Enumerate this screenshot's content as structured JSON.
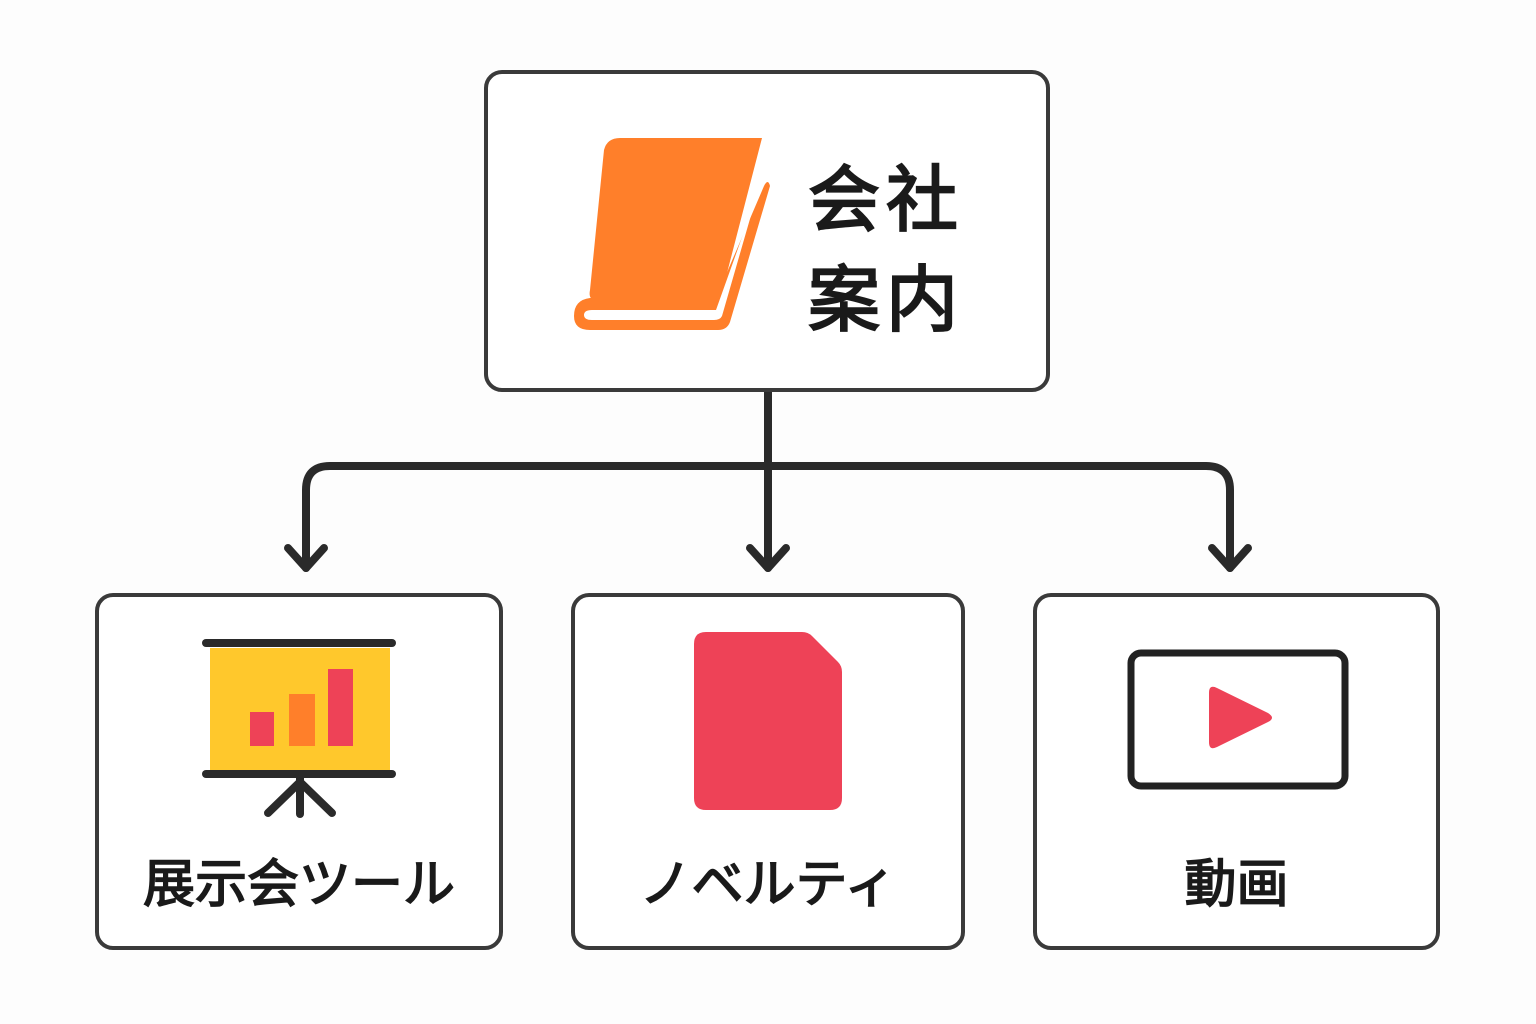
{
  "root": {
    "title_line1": "会社",
    "title_line2": "案内",
    "icon": "book-icon",
    "icon_color": "#FF7F2A"
  },
  "children": [
    {
      "label": "展示会ツール",
      "icon": "presentation-board-icon",
      "colors": {
        "screen": "#FFC82C",
        "bar_a": "#EE4257",
        "bar_b": "#FF7F2A"
      }
    },
    {
      "label": "ノベルティ",
      "icon": "document-icon",
      "colors": {
        "fill": "#EE4257"
      }
    },
    {
      "label": "動画",
      "icon": "video-play-icon",
      "colors": {
        "play": "#EE4257"
      }
    }
  ],
  "connector_color": "#2a2a2a"
}
